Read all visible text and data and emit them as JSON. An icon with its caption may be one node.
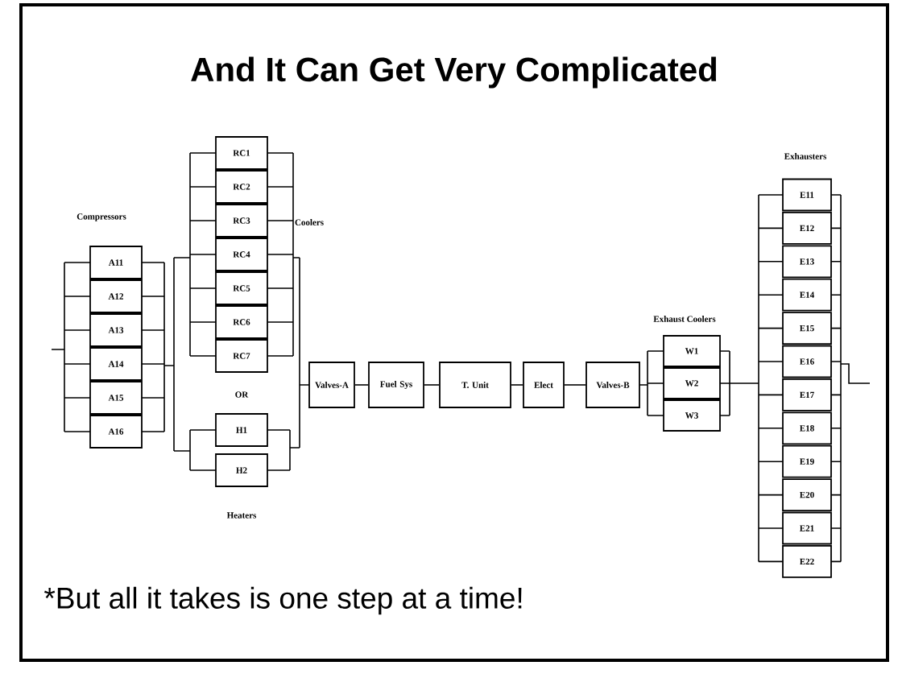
{
  "diagram": {
    "title": "And It Can Get Very Complicated",
    "caption": "*But all it takes is one step at a time!",
    "nodes": [
      {
        "text": [
          "A11"
        ]
      },
      {
        "text": [
          "A12"
        ]
      },
      {
        "text": [
          "A13"
        ]
      },
      {
        "text": [
          "A14"
        ]
      },
      {
        "text": [
          "A15"
        ]
      },
      {
        "text": [
          "A16"
        ]
      },
      {
        "text": [
          "RC1"
        ]
      },
      {
        "text": [
          "RC2"
        ]
      },
      {
        "text": [
          "RC3"
        ]
      },
      {
        "text": [
          "RC4"
        ]
      },
      {
        "text": [
          "RC5"
        ]
      },
      {
        "text": [
          "RC6"
        ]
      },
      {
        "text": [
          "RC7"
        ]
      },
      {
        "text": [
          "H1"
        ]
      },
      {
        "text": [
          "H2"
        ]
      },
      {
        "text": [
          "Valves-A"
        ]
      },
      {
        "text": [
          "Fuel Sys"
        ]
      },
      {
        "text": [
          "T. Unit"
        ]
      },
      {
        "text": [
          "Elect"
        ]
      },
      {
        "text": [
          "Valves-B"
        ]
      },
      {
        "text": [
          "W1"
        ]
      },
      {
        "text": [
          "W2"
        ]
      },
      {
        "text": [
          "W3"
        ]
      },
      {
        "text": [
          "E11"
        ]
      },
      {
        "text": [
          "E12"
        ]
      },
      {
        "text": [
          "E13"
        ]
      },
      {
        "text": [
          "E14"
        ]
      },
      {
        "text": [
          "E15"
        ]
      },
      {
        "text": [
          "E16"
        ]
      },
      {
        "text": [
          "E17"
        ]
      },
      {
        "text": [
          "E18"
        ]
      },
      {
        "text": [
          "E19"
        ]
      },
      {
        "text": [
          "E20"
        ]
      },
      {
        "text": [
          "E21"
        ]
      },
      {
        "text": [
          "E22"
        ]
      }
    ],
    "edges": [
      {
        "from": 15,
        "to": 16,
        "arrow": "none"
      },
      {
        "from": 16,
        "to": 17,
        "arrow": "none"
      },
      {
        "from": 17,
        "to": 18,
        "arrow": "none"
      },
      {
        "from": 18,
        "to": 19,
        "arrow": "none"
      }
    ],
    "labels": [
      "Exhausters",
      "Compressors",
      "Coolers",
      "Exhaust Coolers",
      "OR",
      "Heaters"
    ]
  }
}
